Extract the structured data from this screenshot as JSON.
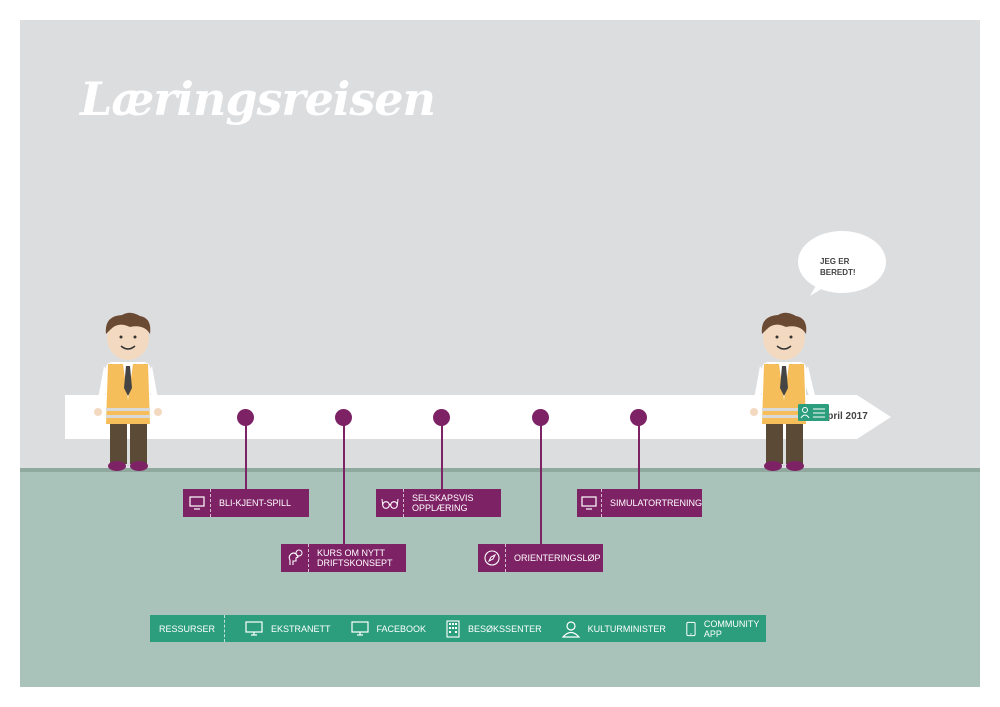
{
  "title": "Læringsreisen",
  "timeline": {
    "date_label": "April 2017"
  },
  "speech_bubble": {
    "line1": "JEG ER",
    "line2": "BEREDT!"
  },
  "steps": [
    {
      "label_line1": "BLI-KJENT-SPILL",
      "label_line2": "",
      "icon": "monitor-icon"
    },
    {
      "label_line1": "KURS OM NYTT",
      "label_line2": "DRIFTSKONSEPT",
      "icon": "thinking-head-icon"
    },
    {
      "label_line1": "SELSKAPSVIS",
      "label_line2": "OPPLÆRING",
      "icon": "glasses-icon"
    },
    {
      "label_line1": "ORIENTERINGSLØP",
      "label_line2": "",
      "icon": "compass-icon"
    },
    {
      "label_line1": "SIMULATORTRENING",
      "label_line2": "",
      "icon": "monitor-icon"
    }
  ],
  "resources": {
    "heading": "RESSURSER",
    "items": [
      {
        "label": "EKSTRANETT",
        "icon": "monitor-icon"
      },
      {
        "label": "FACEBOOK",
        "icon": "monitor-icon"
      },
      {
        "label": "BESØKSSENTER",
        "icon": "building-icon"
      },
      {
        "label": "KULTURMINISTER",
        "icon": "person-icon"
      },
      {
        "label": "COMMUNITY APP",
        "icon": "tablet-icon"
      }
    ]
  },
  "colors": {
    "sky": "#dcdddf",
    "ground": "#a9c3ba",
    "step": "#7e2266",
    "resources": "#2c9e7d",
    "vest": "#f6be5a"
  }
}
